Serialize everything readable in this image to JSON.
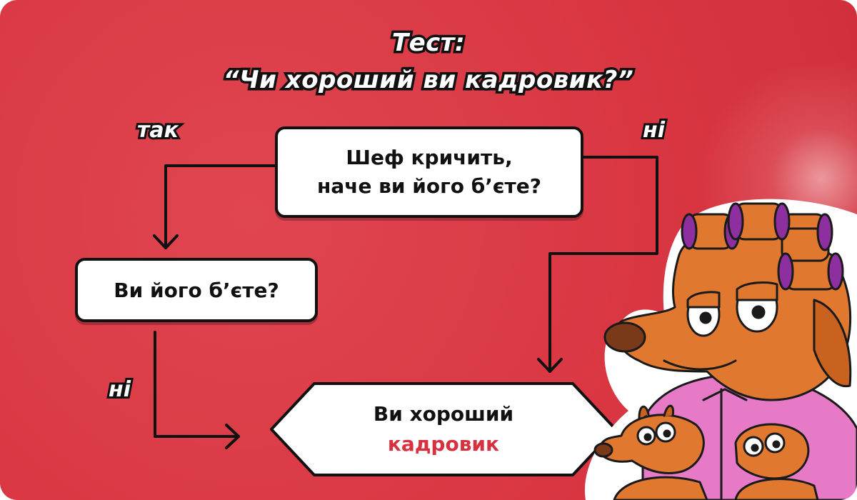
{
  "title": {
    "line1": "Тест:",
    "line2": "“Чи хороший ви кадровик?”"
  },
  "labels": {
    "yes_left": "так",
    "no_right": "ні",
    "no_bottom": "ні"
  },
  "nodes": {
    "question1_line1": "Шеф кричить,",
    "question1_line2": "наче ви його б’єте?",
    "question2": "Ви його б’єте?",
    "result_line1": "Ви хороший",
    "result_line2": "кадровик"
  },
  "colors": {
    "background": "#d93642",
    "accent": "#d9303f",
    "outline": "#111111"
  },
  "illustration": {
    "subject": "cartoon-dog-with-hair-curlers-and-puppies"
  }
}
